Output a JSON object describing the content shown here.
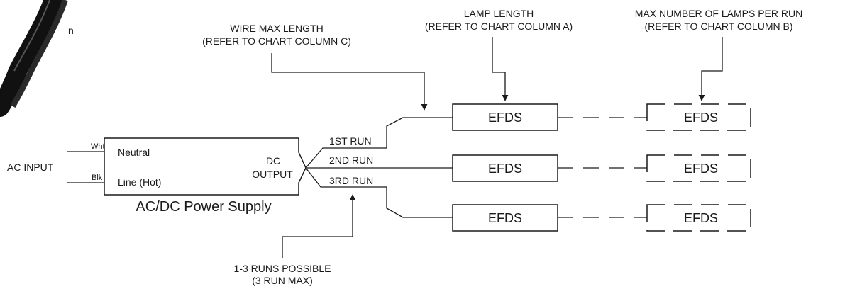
{
  "annotations": {
    "wire_max_line1": "WIRE MAX LENGTH",
    "wire_max_line2": "(REFER TO CHART COLUMN C)",
    "lamp_length_line1": "LAMP LENGTH",
    "lamp_length_line2": "(REFER TO CHART COLUMN A)",
    "max_lamps_line1": "MAX NUMBER OF LAMPS PER RUN",
    "max_lamps_line2": "(REFER TO CHART COLUMN B)",
    "runs_possible_line1": "1-3 RUNS POSSIBLE",
    "runs_possible_line2": "(3 RUN MAX)"
  },
  "input": {
    "label": "AC INPUT",
    "wire_wht": "Wht",
    "wire_blk": "Blk"
  },
  "power_supply": {
    "neutral": "Neutral",
    "line": "Line (Hot)",
    "dc": "DC",
    "output": "OUTPUT",
    "title": "AC/DC Power Supply"
  },
  "runs": [
    "1ST RUN",
    "2ND RUN",
    "3RD RUN"
  ],
  "lamps": {
    "solid": [
      "EFDS",
      "EFDS",
      "EFDS"
    ],
    "dashed": [
      "EFDS",
      "EFDS",
      "EFDS"
    ]
  },
  "partial_text": "n"
}
